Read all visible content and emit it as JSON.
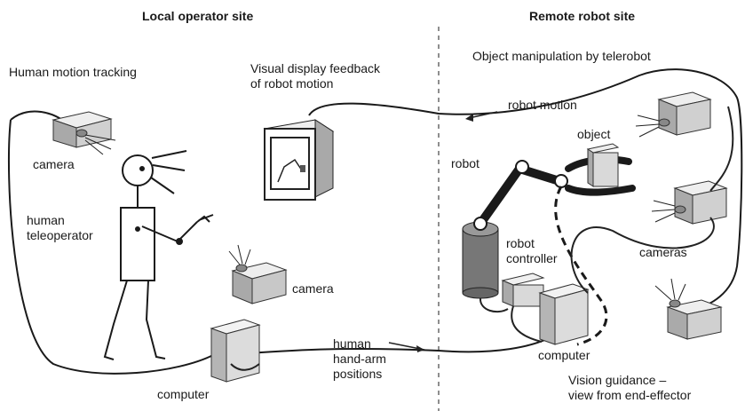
{
  "headings": {
    "local_site": "Local operator site",
    "remote_site": "Remote robot site"
  },
  "labels": {
    "human_motion_tracking": "Human motion tracking",
    "visual_display_feedback": "Visual display feedback\nof robot motion",
    "object_manipulation": "Object manipulation by telerobot",
    "robot_motion": "robot motion",
    "object": "object",
    "robot": "robot",
    "camera_top": "camera",
    "human_teleoperator": "human\nteleoperator",
    "camera_bottom": "camera",
    "computer_local": "computer",
    "human_hand_arm_positions": "human\nhand-arm\npositions",
    "robot_controller": "robot\ncontroller",
    "cameras": "cameras",
    "computer_remote": "computer",
    "vision_guidance": "Vision guidance –\nview from end-effector"
  },
  "icons": {
    "camera": "camera-icon",
    "monitor": "monitor-icon",
    "computer": "computer-icon",
    "robot_arm": "robot-arm-icon",
    "stick_figure": "human-figure-icon",
    "object": "object-block-icon"
  },
  "colors": {
    "line": "#1a1a1a",
    "box_front": "#d9d9d9",
    "box_side": "#a9a9a9",
    "box_top": "#eeeeee",
    "dark_box": "#8a8a8a",
    "robot_base": "#777777"
  }
}
